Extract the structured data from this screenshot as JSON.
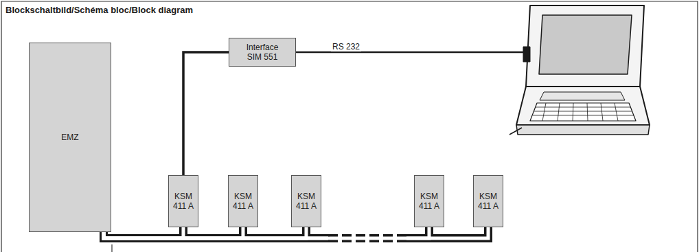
{
  "diagram": {
    "title": "Blockschaltbild/Schéma bloc/Block diagram",
    "nodes": [
      {
        "text": [
          "EMZ"
        ]
      },
      {
        "text": [
          "Interface SIM 551"
        ]
      },
      {
        "text": [
          "KSM 411 A"
        ]
      },
      {
        "text": [
          "KSM 411 A"
        ]
      },
      {
        "text": [
          "KSM 411 A"
        ]
      },
      {
        "text": [
          "KSM 411 A"
        ]
      },
      {
        "text": [
          "KSM 411 A"
        ]
      }
    ],
    "edges": [
      {
        "from": 1,
        "to": 2,
        "arrow": "none"
      },
      {
        "from": 0,
        "to": 2,
        "arrow": "none"
      },
      {
        "from": 0,
        "to": 3,
        "arrow": "none"
      },
      {
        "from": 0,
        "to": 4,
        "arrow": "none"
      },
      {
        "from": 0,
        "to": 5,
        "arrow": "none"
      },
      {
        "from": 0,
        "to": 6,
        "arrow": "none"
      }
    ],
    "labels": [
      "RS 232"
    ]
  }
}
